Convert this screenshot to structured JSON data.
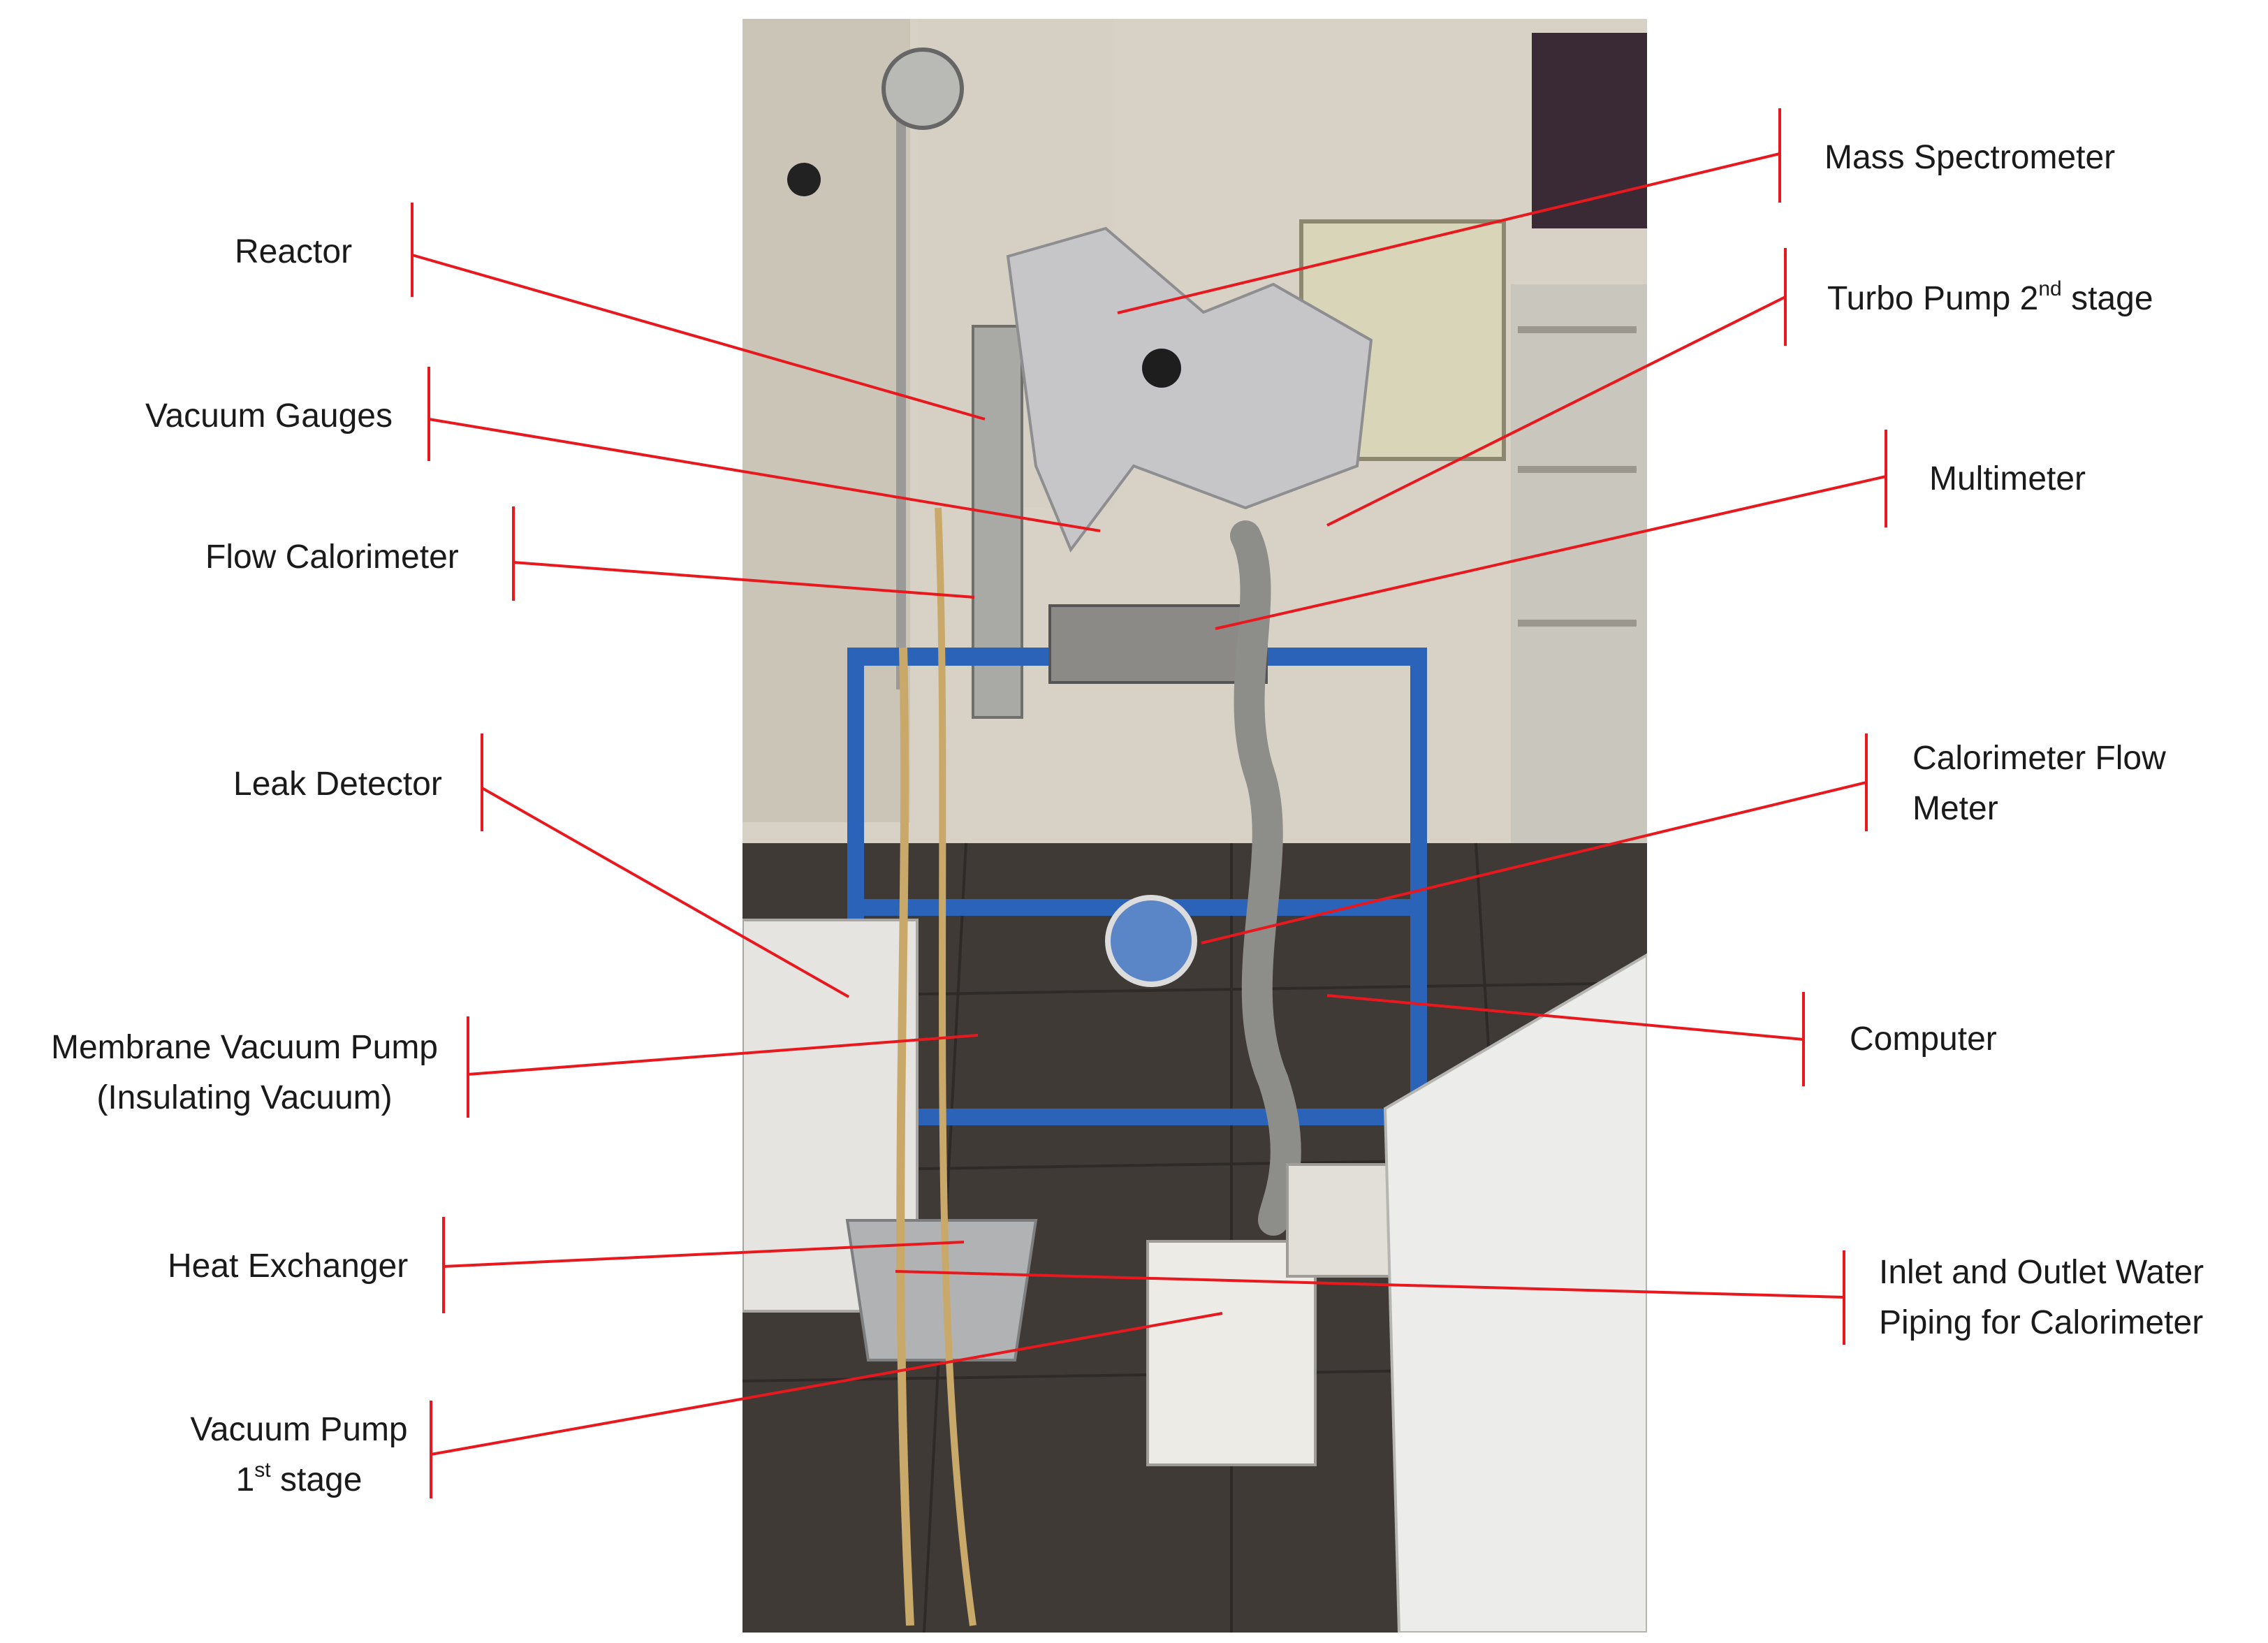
{
  "colors": {
    "leader": "#e8191e",
    "text": "#1a1a1a"
  },
  "labels": {
    "reactor": {
      "lines": [
        "Reactor"
      ]
    },
    "vacuum_gauges": {
      "lines": [
        "Vacuum Gauges"
      ]
    },
    "flow_calorimeter": {
      "lines": [
        "Flow Calorimeter"
      ]
    },
    "leak_detector": {
      "lines": [
        "Leak Detector"
      ]
    },
    "membrane_vacuum_pump": {
      "lines": [
        "Membrane Vacuum Pump",
        "(Insulating Vacuum)"
      ]
    },
    "heat_exchanger": {
      "lines": [
        "Heat Exchanger"
      ]
    },
    "vacuum_pump_first": {
      "line1": "Vacuum Pump",
      "line2_num": "1",
      "line2_sup": "st",
      "line2_rest": " stage"
    },
    "mass_spectrometer": {
      "lines": [
        "Mass Spectrometer"
      ]
    },
    "turbo_pump": {
      "pre": "Turbo Pump 2",
      "sup": "nd",
      "post": " stage"
    },
    "multimeter": {
      "lines": [
        "Multimeter"
      ]
    },
    "calorimeter_flow_meter": {
      "lines": [
        "Calorimeter Flow",
        "Meter"
      ]
    },
    "computer": {
      "lines": [
        "Computer"
      ]
    },
    "inlet_outlet_piping": {
      "lines": [
        "Inlet and Outlet Water",
        "Piping  for Calorimeter"
      ]
    }
  }
}
